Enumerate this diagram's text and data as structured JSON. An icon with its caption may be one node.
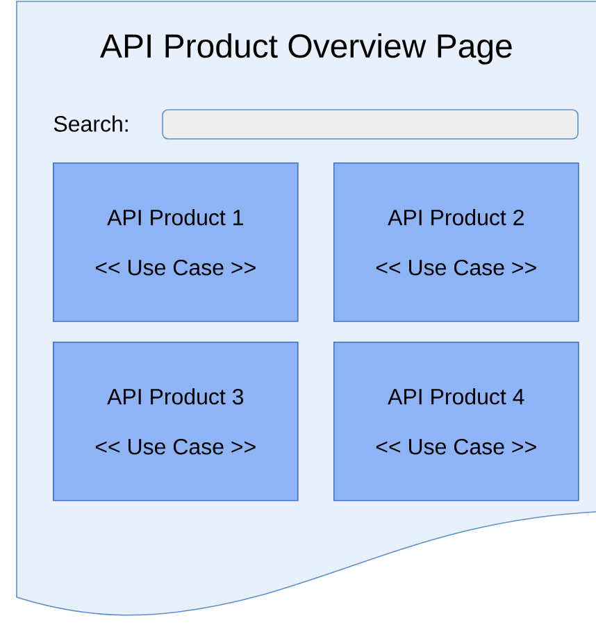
{
  "diagram": {
    "nodes": [
      {
        "text": [
          "API Product Overview Page"
        ]
      },
      {
        "text": [
          "API Product 1",
          "<< Use Case >>"
        ],
        "in": 0
      },
      {
        "text": [
          "API Product 2",
          "<< Use Case >>"
        ],
        "in": 0
      },
      {
        "text": [
          "API Product 3",
          "<< Use Case >>"
        ],
        "in": 0
      },
      {
        "text": [
          "API Product 4",
          "<< Use Case >>"
        ],
        "in": 0
      }
    ],
    "labels": [
      "Search:"
    ]
  }
}
